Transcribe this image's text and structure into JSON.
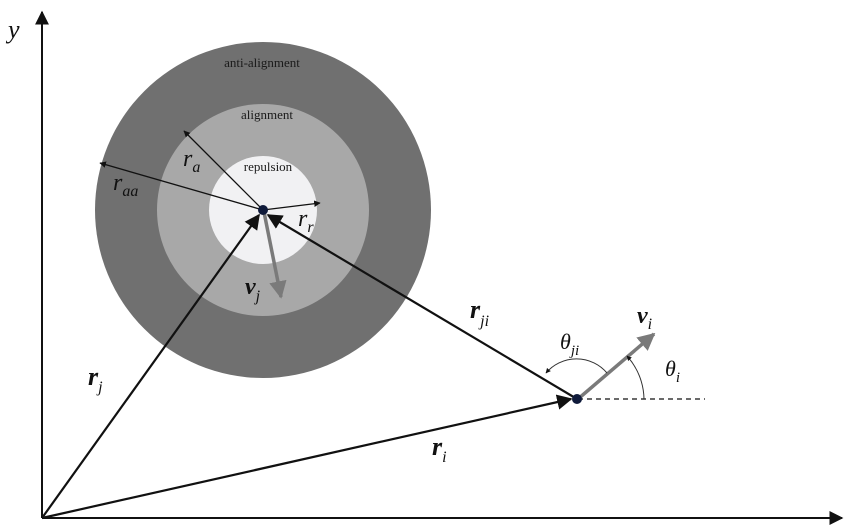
{
  "zones": {
    "outer": {
      "label": "anti-alignment",
      "color": "#707070"
    },
    "middle": {
      "label": "alignment",
      "color": "#a8a8a8"
    },
    "inner": {
      "label": "repulsion",
      "color": "#f1f1f3"
    }
  },
  "axes": {
    "x_label": "",
    "y_label": "y"
  },
  "symbols": {
    "r_j": {
      "base": "r",
      "sub": "j"
    },
    "r_i": {
      "base": "r",
      "sub": "i"
    },
    "r_ji": {
      "base": "r",
      "sub": "ji"
    },
    "r_a": {
      "base": "r",
      "sub": "a"
    },
    "r_aa": {
      "base": "r",
      "sub": "aa"
    },
    "r_r": {
      "base": "r",
      "sub": "r"
    },
    "v_j": {
      "base": "v",
      "sub": "j"
    },
    "v_i": {
      "base": "v",
      "sub": "i"
    },
    "theta_ji": {
      "base": "θ",
      "sub": "ji"
    },
    "theta_i": {
      "base": "θ",
      "sub": "i"
    }
  },
  "colors": {
    "arrow": "#111111",
    "velocity_arrow": "#7a7a7a",
    "axis": "#111111"
  }
}
